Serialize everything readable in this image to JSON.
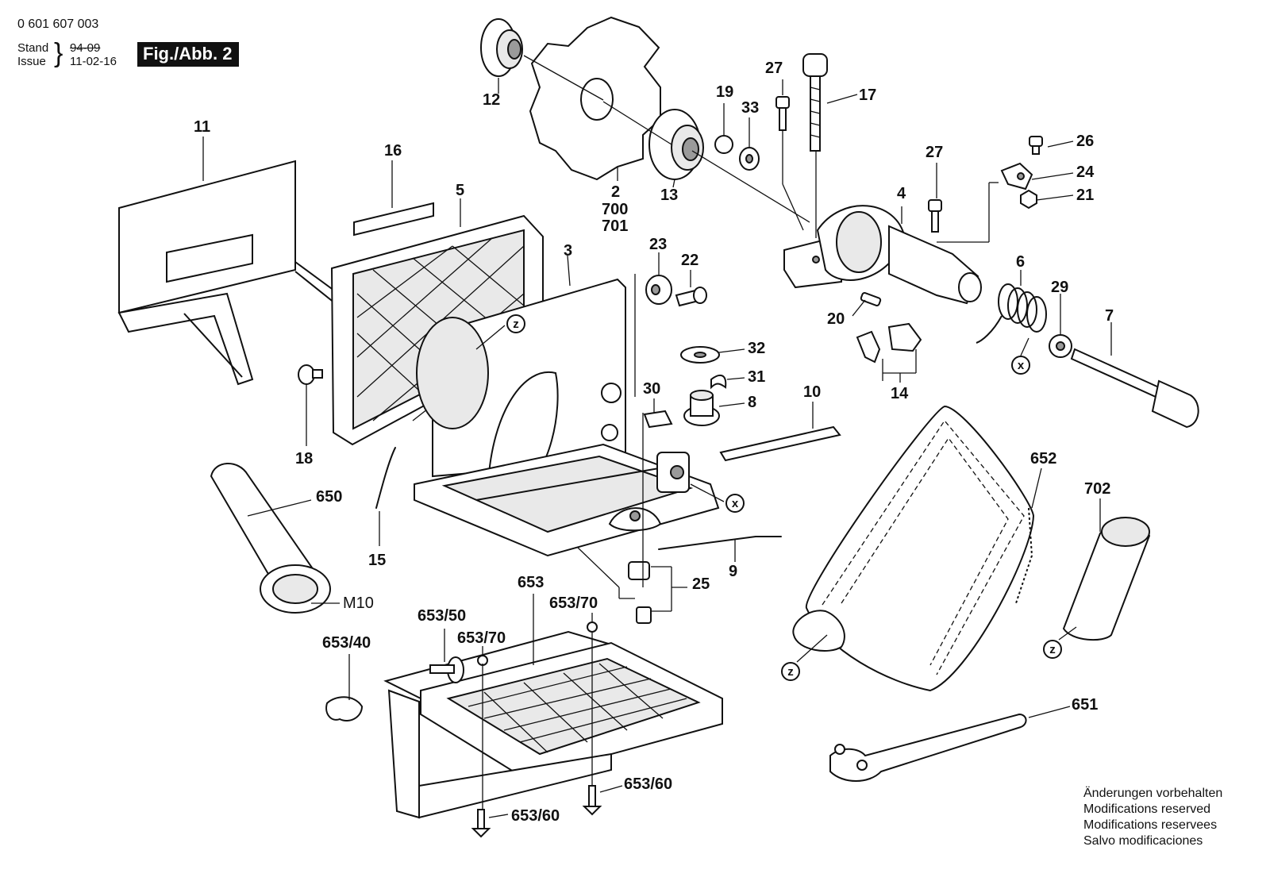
{
  "header": {
    "doc_number": "0 601 607 003",
    "stand_label": "Stand",
    "issue_label": "Issue",
    "old_date": "94-09",
    "issue_date": "11-02-16",
    "figure_label": "Fig./Abb. 2"
  },
  "callouts": {
    "c2": "2",
    "c700": "700",
    "c701": "701",
    "c3": "3",
    "c4": "4",
    "c5": "5",
    "c6": "6",
    "c7": "7",
    "c8": "8",
    "c9": "9",
    "c10": "10",
    "c11": "11",
    "c12": "12",
    "c13": "13",
    "c14": "14",
    "c15": "15",
    "c16": "16",
    "c17": "17",
    "c18": "18",
    "c19": "19",
    "c20": "20",
    "c21": "21",
    "c22": "22",
    "c23": "23",
    "c24": "24",
    "c25": "25",
    "c26": "26",
    "c27a": "27",
    "c27b": "27",
    "c29": "29",
    "c30": "30",
    "c31": "31",
    "c32": "32",
    "c33": "33",
    "c650": "650",
    "c651": "651",
    "c652": "652",
    "c653": "653",
    "c653_40": "653/40",
    "c653_50": "653/50",
    "c653_60a": "653/60",
    "c653_60b": "653/60",
    "c653_70a": "653/70",
    "c653_70b": "653/70",
    "c702": "702",
    "m10": "M10"
  },
  "markers": {
    "z": "z",
    "x": "x"
  },
  "notes": [
    "Änderungen vorbehalten",
    "Modifications reserved",
    "Modifications reservees",
    "Salvo modificaciones"
  ]
}
